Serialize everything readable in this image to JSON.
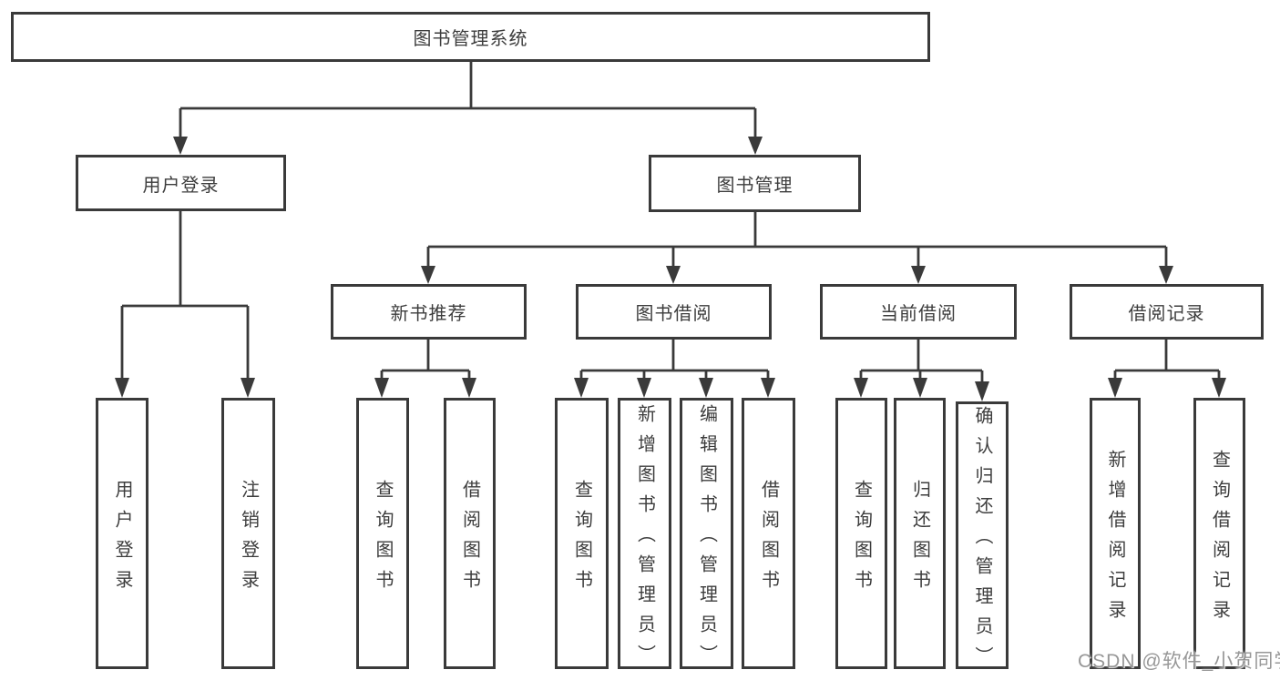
{
  "tree": {
    "root": {
      "label": "图书管理系统",
      "children": [
        {
          "label": "用户登录",
          "children": [
            {
              "label": "用户登录"
            },
            {
              "label": "注销登录"
            }
          ]
        },
        {
          "label": "图书管理",
          "children": [
            {
              "label": "新书推荐",
              "children": [
                {
                  "label": "查询图书"
                },
                {
                  "label": "借阅图书"
                }
              ]
            },
            {
              "label": "图书借阅",
              "children": [
                {
                  "label": "查询图书"
                },
                {
                  "label": "新增图书（管理员）"
                },
                {
                  "label": "编辑图书（管理员）"
                },
                {
                  "label": "借阅图书"
                }
              ]
            },
            {
              "label": "当前借阅",
              "children": [
                {
                  "label": "查询图书"
                },
                {
                  "label": "归还图书"
                },
                {
                  "label": "确认归还（管理员）"
                }
              ]
            },
            {
              "label": "借阅记录",
              "children": [
                {
                  "label": "新增借阅记录"
                },
                {
                  "label": "查询借阅记录"
                }
              ]
            }
          ]
        }
      ]
    }
  },
  "watermark": {
    "text": "CSDN @软件_小贺同学"
  },
  "colors": {
    "line": "#3a3a3a",
    "box_border": "#3a3a3a",
    "text": "#3d3d3d",
    "background": "#ffffff",
    "watermark_text": "#919191"
  }
}
